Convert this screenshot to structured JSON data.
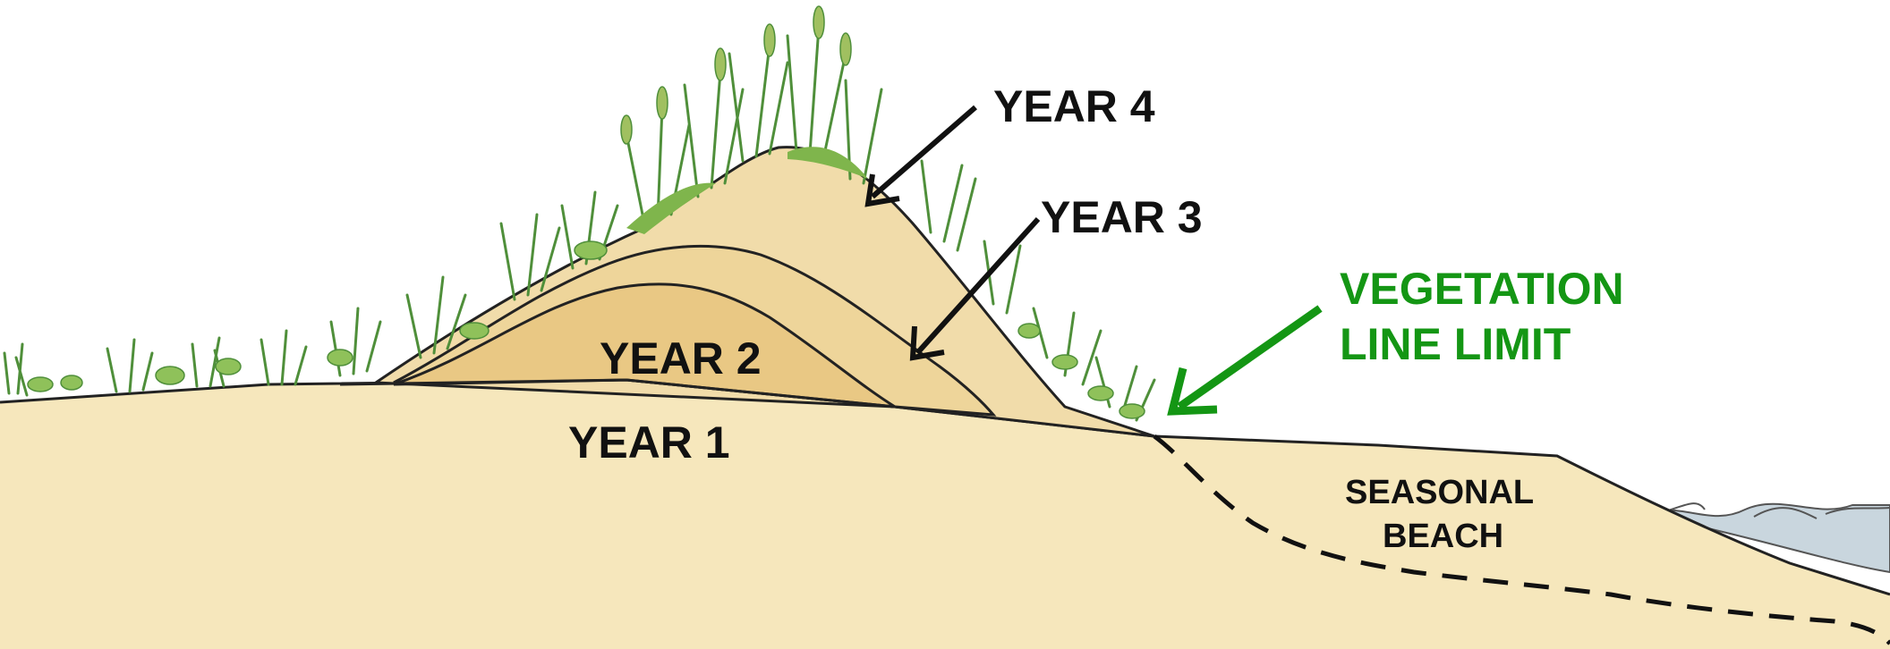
{
  "labels": {
    "year4": "YEAR 4",
    "year3": "YEAR 3",
    "year2": "YEAR 2",
    "year1": "YEAR 1",
    "vegetation_line_1": "VEGETATION",
    "vegetation_line_2": "LINE LIMIT",
    "seasonal_beach_1": "SEASONAL",
    "seasonal_beach_2": "BEACH"
  },
  "colors": {
    "sand_base": "#f6e7bc",
    "sand_year3": "#eed59a",
    "sand_year4": "#f1dcaa",
    "sand_year2": "#e9c884",
    "water": "#c9d6de",
    "grass_dark": "#4f8f3a",
    "grass_light": "#8fc15a",
    "vegetation_label": "#149614",
    "text": "#111111"
  }
}
